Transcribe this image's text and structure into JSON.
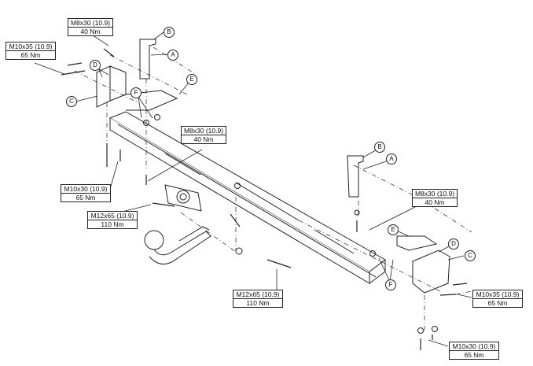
{
  "specs": {
    "m8_top": {
      "size": "M8x30 (10.9)",
      "torque": "40 Nm"
    },
    "m10x35_left": {
      "size": "M10x35 (10.9)",
      "torque": "65 Nm"
    },
    "m8_mid": {
      "size": "M8x30 (10.9)",
      "torque": "40 Nm"
    },
    "m10x30_left": {
      "size": "M10x30 (10.9)",
      "torque": "65 Nm"
    },
    "m12_left": {
      "size": "M12x65 (10.9)",
      "torque": "110 Nm"
    },
    "m8_right": {
      "size": "M8x30 (10.9)",
      "torque": "40 Nm"
    },
    "m12_bottom": {
      "size": "M12x65 (10.9)",
      "torque": "110 Nm"
    },
    "m10x35_right": {
      "size": "M10x35 (10.9)",
      "torque": "65 Nm"
    },
    "m10x30_right": {
      "size": "M10x30 (10.9)",
      "torque": "65 Nm"
    }
  },
  "callouts": {
    "a": "A",
    "b": "B",
    "c": "C",
    "d": "D",
    "e": "E",
    "f": "F"
  }
}
